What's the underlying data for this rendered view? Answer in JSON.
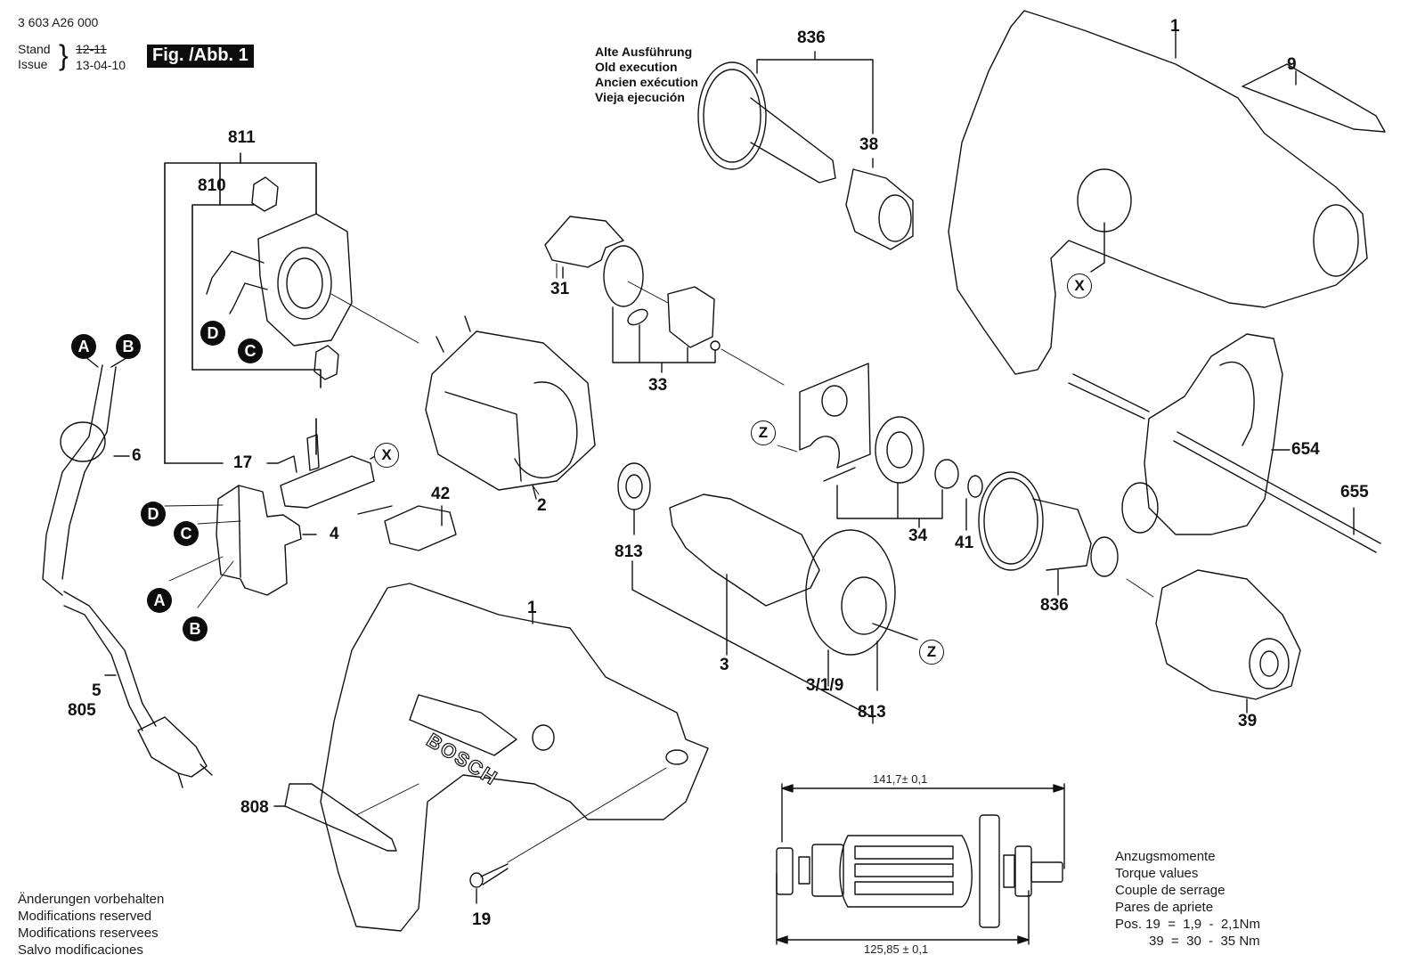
{
  "header": {
    "part_number": "3 603 A26 000",
    "stand_label": "Stand",
    "issue_label": "Issue",
    "stand_old": "12-11",
    "issue_date": "13-04-10",
    "figure_label": "Fig. /Abb. 1"
  },
  "old_execution": [
    "Alte Ausführung",
    "Old execution",
    "Ancien exécution",
    "Vieja ejecución"
  ],
  "modifications": [
    "Änderungen vorbehalten",
    "Modifications reserved",
    "Modifications reservees",
    "Salvo modificaciones"
  ],
  "torque": {
    "lines": [
      "Anzugsmomente",
      "Torque values",
      "Couple de serrage",
      "Pares de apriete"
    ],
    "pos_19": "Pos. 19  =  1,9  -  2,1Nm",
    "pos_39": "39  =  30  -  35 Nm"
  },
  "armature_dims": {
    "overall": "141,7± 0,1",
    "inner": "125,85 ± 0,1"
  },
  "brand": "BOSCH",
  "parts": {
    "p836_top": "836",
    "p38": "38",
    "p1_top": "1",
    "p9": "9",
    "p811": "811",
    "p810": "810",
    "p31": "31",
    "p33": "33",
    "p6": "6",
    "p17": "17",
    "p2": "2",
    "p42": "42",
    "p4": "4",
    "p34": "34",
    "p41": "41",
    "p654": "654",
    "p655": "655",
    "p813_left": "813",
    "p3": "3",
    "p319": "3/1/9",
    "p813_right": "813",
    "p836_bottom": "836",
    "p39": "39",
    "p1_bottom": "1",
    "p5": "5",
    "p805": "805",
    "p808": "808",
    "p19": "19"
  },
  "connectors": {
    "A": "A",
    "B": "B",
    "C": "C",
    "D": "D",
    "X": "X",
    "Z": "Z"
  }
}
